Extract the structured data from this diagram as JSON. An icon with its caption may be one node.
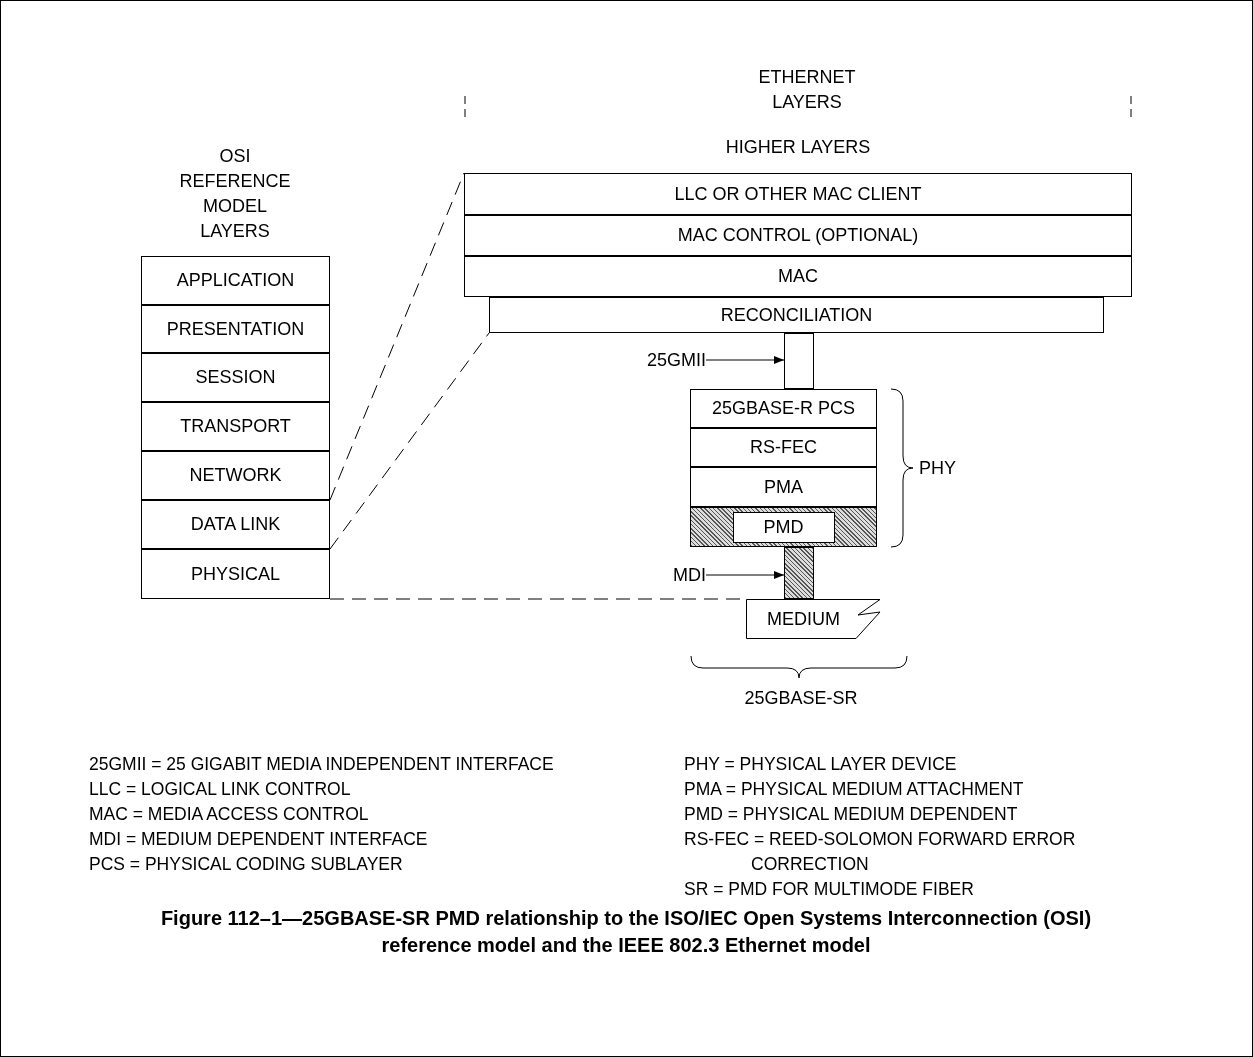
{
  "diagram": {
    "caption": "Figure 112–1—25GBASE-SR PMD relationship to the ISO/IEC Open Systems Interconnection (OSI) reference model and the IEEE 802.3 Ethernet model",
    "nodes": [
      {
        "text": [
          "APPLICATION"
        ]
      },
      {
        "text": [
          "PRESENTATION"
        ]
      },
      {
        "text": [
          "SESSION"
        ]
      },
      {
        "text": [
          "TRANSPORT"
        ]
      },
      {
        "text": [
          "NETWORK"
        ]
      },
      {
        "text": [
          "DATA LINK"
        ]
      },
      {
        "text": [
          "PHYSICAL"
        ]
      },
      {
        "text": [
          "HIGHER LAYERS"
        ]
      },
      {
        "text": [
          "LLC OR OTHER MAC CLIENT"
        ]
      },
      {
        "text": [
          "MAC CONTROL (OPTIONAL)"
        ]
      },
      {
        "text": [
          "MAC"
        ]
      },
      {
        "text": [
          "RECONCILIATION"
        ]
      },
      {
        "text": [],
        "shape": "bar"
      },
      {
        "text": [
          "25GMII"
        ]
      },
      {
        "text": [
          "25GBASE-R PCS"
        ]
      },
      {
        "text": [
          "RS-FEC"
        ]
      },
      {
        "text": [
          "PMA"
        ]
      },
      {
        "text": [
          "PMD"
        ]
      },
      {
        "text": [],
        "shape": "bar"
      },
      {
        "text": [
          "MDI"
        ]
      },
      {
        "text": [
          "MEDIUM"
        ]
      }
    ],
    "edges": [
      {
        "from": 5,
        "to": 8,
        "arrow": "none",
        "style": "dashed"
      },
      {
        "from": 5,
        "to": 11,
        "arrow": "none",
        "style": "dashed"
      },
      {
        "from": 6,
        "to": 20,
        "arrow": "none",
        "style": "dashed"
      },
      {
        "from": 13,
        "to": 12,
        "arrow": "to"
      },
      {
        "from": 19,
        "to": 18,
        "arrow": "to"
      }
    ],
    "labels": [
      "OSI REFERENCE MODEL LAYERS",
      "ETHERNET LAYERS",
      "PHY",
      "25GBASE-SR",
      "25GMII = 25 GIGABIT MEDIA INDEPENDENT INTERFACE",
      "LLC = LOGICAL LINK CONTROL",
      "MAC = MEDIA ACCESS CONTROL",
      "MDI = MEDIUM DEPENDENT INTERFACE",
      "PCS = PHYSICAL CODING SUBLAYER",
      "PHY = PHYSICAL LAYER DEVICE",
      "PMA = PHYSICAL MEDIUM ATTACHMENT",
      "PMD = PHYSICAL MEDIUM DEPENDENT",
      "RS-FEC = REED-SOLOMON FORWARD ERROR CORRECTION",
      "SR = PMD FOR MULTIMODE FIBER"
    ]
  }
}
